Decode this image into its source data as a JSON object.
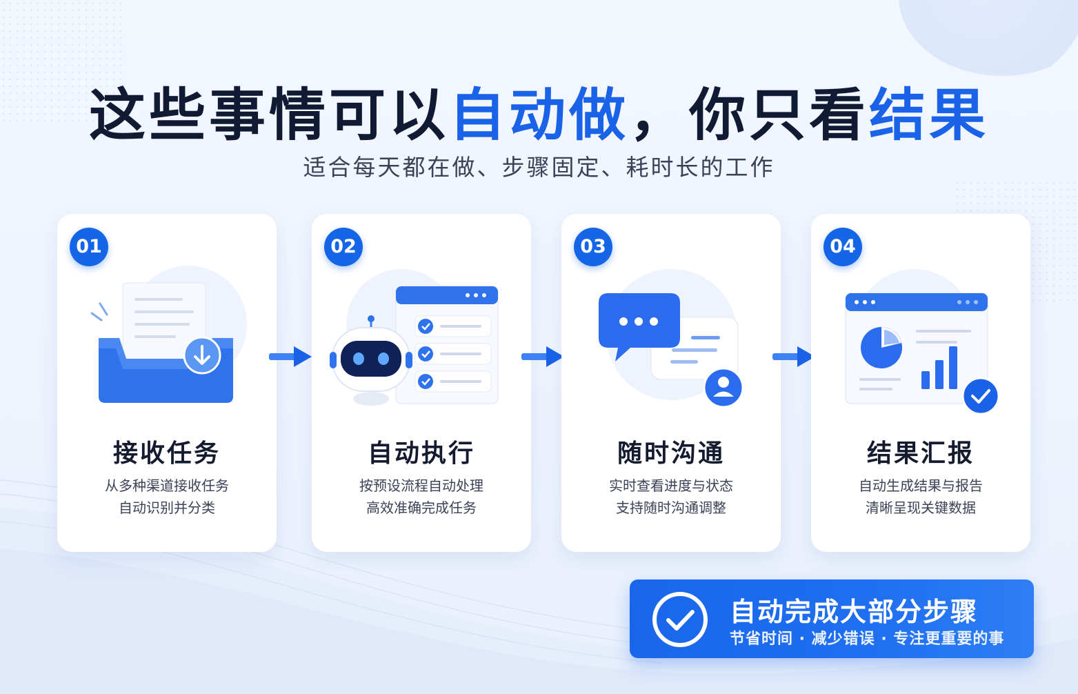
{
  "header": {
    "title_part1": "这些事情可以",
    "title_highlight1": "自动做",
    "title_part2": "，你只看",
    "title_highlight2": "结果",
    "subtitle": "适合每天都在做、步骤固定、耗时长的工作"
  },
  "steps": [
    {
      "number": "01",
      "title": "接收任务",
      "desc_line1": "从多种渠道接收任务",
      "desc_line2": "自动识别并分类",
      "icon": "inbox-download-icon"
    },
    {
      "number": "02",
      "title": "自动执行",
      "desc_line1": "按预设流程自动处理",
      "desc_line2": "高效准确完成任务",
      "icon": "robot-checklist-icon"
    },
    {
      "number": "03",
      "title": "随时沟通",
      "desc_line1": "实时查看进度与状态",
      "desc_line2": "支持随时沟通调整",
      "icon": "chat-bubbles-icon"
    },
    {
      "number": "04",
      "title": "结果汇报",
      "desc_line1": "自动生成结果与报告",
      "desc_line2": "清晰呈现关键数据",
      "icon": "report-dashboard-icon"
    }
  ],
  "banner": {
    "title": "自动完成大部分步骤",
    "subtitle": "节省时间 · 减少错误 · 专注更重要的事",
    "icon": "check-circle-icon"
  },
  "colors": {
    "accent": "#1a63e8",
    "badge": "#1565e6",
    "text": "#141b2f"
  }
}
